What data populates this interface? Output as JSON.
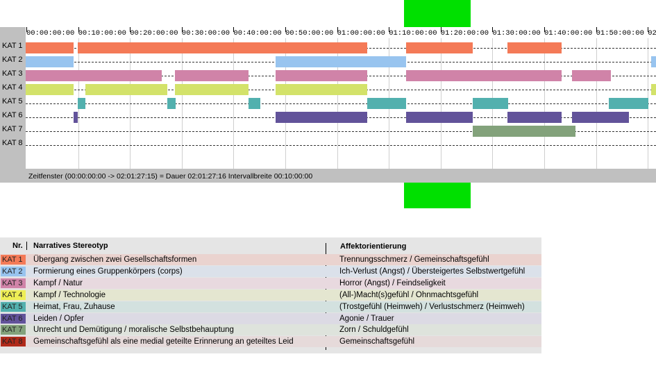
{
  "timeline": {
    "ticks": [
      "00:00:00:00",
      "00:10:00:00",
      "00:20:00:00",
      "00:30:00:00",
      "00:40:00:00",
      "00:50:00:00",
      "01:00:00:00",
      "01:10:00:00",
      "01:20:00:00",
      "01:30:00:00",
      "01:40:00:00",
      "01:50:00:00",
      "02"
    ],
    "status_text": "Zeitfenster (00:00:00:00 -> 02:01:27:15) = Dauer 02:01:27:16    Intervallbreite 00:10:00:00",
    "categories": [
      {
        "label": "KAT 1",
        "color": "#f47a57",
        "segments": [
          [
            0,
            9.3
          ],
          [
            10,
            66
          ],
          [
            73.5,
            86.3
          ],
          [
            93,
            103.5
          ]
        ]
      },
      {
        "label": "KAT 2",
        "color": "#98c4ef",
        "segments": [
          [
            0,
            9.3
          ],
          [
            48.3,
            73.5
          ],
          [
            120.8,
            122
          ]
        ]
      },
      {
        "label": "KAT 3",
        "color": "#d083a8",
        "segments": [
          [
            0,
            26.3
          ],
          [
            28.8,
            43
          ],
          [
            48.3,
            66
          ],
          [
            73.5,
            103.5
          ],
          [
            105.5,
            113
          ]
        ]
      },
      {
        "label": "KAT 4",
        "color": "#d3e26a",
        "segments": [
          [
            0,
            9.3
          ],
          [
            11.5,
            27.3
          ],
          [
            28.8,
            43
          ],
          [
            48.3,
            66
          ],
          [
            120.8,
            122
          ]
        ]
      },
      {
        "label": "KAT 5",
        "color": "#52b0ae",
        "segments": [
          [
            10,
            11.5
          ],
          [
            27.3,
            29
          ],
          [
            43,
            45.3
          ],
          [
            66,
            73.5
          ],
          [
            86.3,
            93.2
          ],
          [
            112.6,
            120.3
          ]
        ]
      },
      {
        "label": "KAT 6",
        "color": "#62539a",
        "segments": [
          [
            9.3,
            10
          ],
          [
            48.3,
            66
          ],
          [
            73.5,
            86.3
          ],
          [
            93,
            103.5
          ],
          [
            105.5,
            116.5
          ]
        ]
      },
      {
        "label": "KAT 7",
        "color": "#83a27b",
        "segments": [
          [
            86.3,
            106.2
          ]
        ]
      },
      {
        "label": "KAT 8",
        "color": "#c0c0c0",
        "segments": []
      }
    ]
  },
  "legend": {
    "head_nr": "Nr.",
    "head_stereotyp": "Narratives Stereotyp",
    "head_affekt": "Affektorientierung",
    "rows": [
      {
        "kat": "KAT 1",
        "badge": "#f47a57",
        "bg": "#ead3cf",
        "stereotyp": "Übergang zwischen zwei Gesellschaftsformen",
        "affekt": "Trennungsschmerz / Gemeinschaftsgefühl"
      },
      {
        "kat": "KAT 2",
        "badge": "#98c4ef",
        "bg": "#dbe1ea",
        "stereotyp": "Formierung eines Gruppenkörpers (corps)",
        "affekt": "Ich-Verlust (Angst) / Übersteigertes Selbstwertgefühl"
      },
      {
        "kat": "KAT 3",
        "badge": "#d083a8",
        "bg": "#e8d9df",
        "stereotyp": "Kampf / Natur",
        "affekt": "Horror (Angst) / Feindseligkeit"
      },
      {
        "kat": "KAT 4",
        "badge": "#eeee55",
        "bg": "#e4e6d0",
        "stereotyp": "Kampf / Technologie",
        "affekt": "(All-)Macht(s)gefühl / Ohnmachtsgefühl"
      },
      {
        "kat": "KAT 5",
        "badge": "#52b0ae",
        "bg": "#d3e1df",
        "stereotyp": "Heimat, Frau, Zuhause",
        "affekt": "(Trostgefühl (Heimweh) / Verlustschmerz (Heimweh)"
      },
      {
        "kat": "KAT 6",
        "badge": "#62539a",
        "bg": "#dcdae4",
        "stereotyp": "Leiden / Opfer",
        "affekt": "Agonie / Trauer"
      },
      {
        "kat": "KAT 7",
        "badge": "#83a27b",
        "bg": "#dee3dc",
        "stereotyp": "Unrecht und Demütigung / moralische Selbstbehauptung",
        "affekt": "Zorn / Schuldgefühl"
      },
      {
        "kat": "KAT 8",
        "badge": "#b02a1a",
        "bg": "#e6dada",
        "stereotyp": "Gemeinschaftsgefühl als eine medial geteilte Erinnerung an geteiltes Leid",
        "affekt": "Gemeinschaftsgefühl"
      }
    ]
  }
}
